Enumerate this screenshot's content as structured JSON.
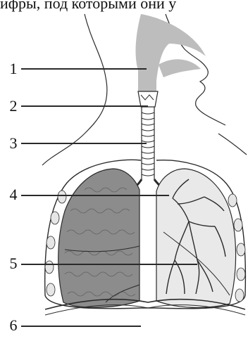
{
  "caption_fragment": "ифры, под которыми они у",
  "labels": [
    "1",
    "2",
    "3",
    "4",
    "5",
    "6"
  ],
  "colors": {
    "line": "#2a2a2a",
    "nasal_shading": "#bdbdbd",
    "lung_right_fill": "#8c8c8c",
    "lung_left_fill": "#e9e9e9",
    "paper": "#ffffff"
  }
}
